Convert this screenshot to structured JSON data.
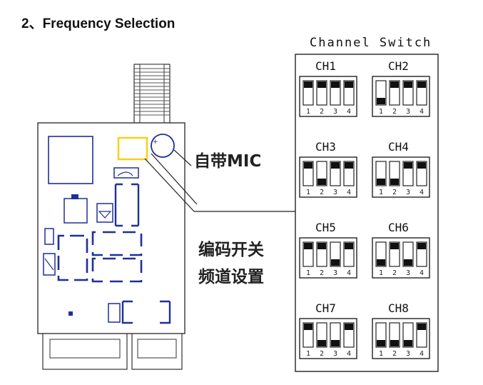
{
  "title": "2、Frequency Selection",
  "callouts": {
    "mic": "自带MIC",
    "switch_line1": "编码开关",
    "switch_line2": "频道设置"
  },
  "panel": {
    "title": "Channel Switch",
    "switch_numbers": [
      "1",
      "2",
      "3",
      "4"
    ],
    "channels": [
      {
        "label": "CH1",
        "low": [
          false,
          false,
          false,
          false
        ]
      },
      {
        "label": "CH2",
        "low": [
          true,
          false,
          false,
          false
        ]
      },
      {
        "label": "CH3",
        "low": [
          false,
          true,
          false,
          false
        ]
      },
      {
        "label": "CH4",
        "low": [
          true,
          true,
          false,
          false
        ]
      },
      {
        "label": "CH5",
        "low": [
          false,
          false,
          true,
          false
        ]
      },
      {
        "label": "CH6",
        "low": [
          true,
          false,
          true,
          false
        ]
      },
      {
        "label": "CH7",
        "low": [
          false,
          true,
          true,
          false
        ]
      },
      {
        "label": "CH8",
        "low": [
          true,
          true,
          true,
          false
        ]
      }
    ]
  },
  "colors": {
    "trace": "#1f2f9a",
    "highlight": "#f3d21b",
    "outline": "#222222"
  }
}
